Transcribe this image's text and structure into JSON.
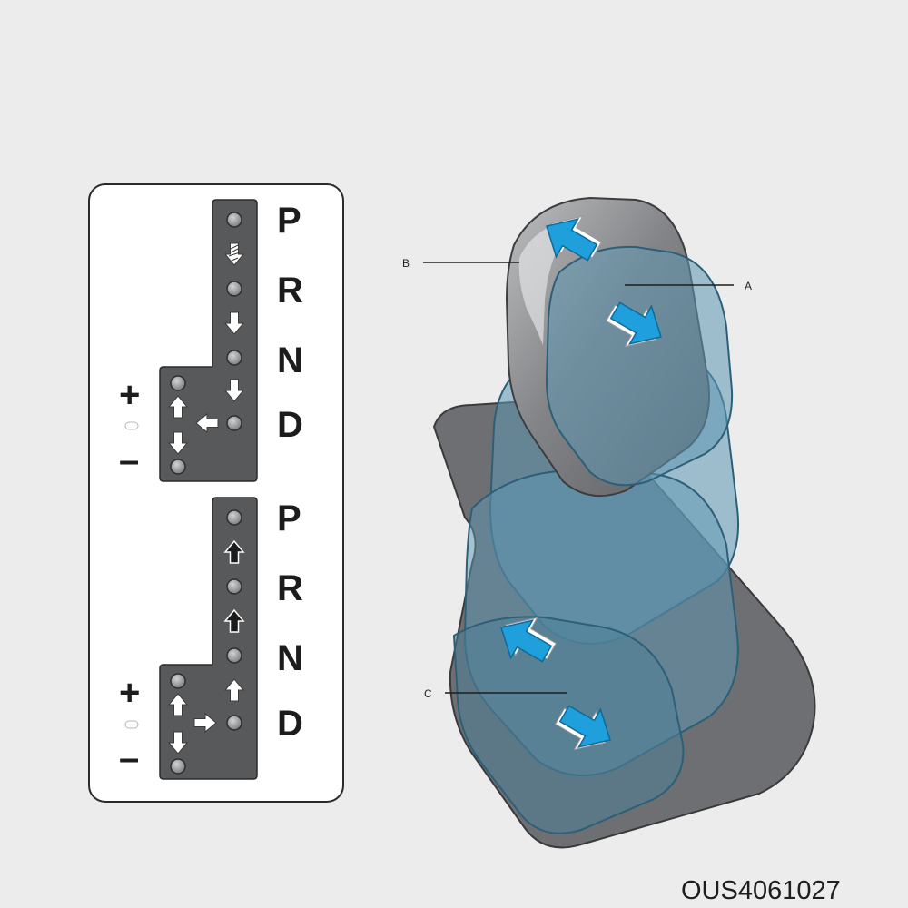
{
  "colors": {
    "background": "#ececec",
    "panel_fill": "#ffffff",
    "gate_plate": "#58595b",
    "dot_fill": "#9a9b9d",
    "shifter_body": "#7a7b7e",
    "ghost_blue": "#5e97b3",
    "arrow_blue": "#1f9fdb"
  },
  "gate_top": {
    "gears": [
      "P",
      "R",
      "N",
      "D"
    ],
    "plus": "+",
    "minus": "–",
    "arrows": [
      "arrow-down-hatched-icon",
      "arrow-down-icon",
      "arrow-down-icon",
      "arrow-left-icon",
      "arrow-up-icon",
      "arrow-down-icon"
    ]
  },
  "gate_bottom": {
    "gears": [
      "P",
      "R",
      "N",
      "D"
    ],
    "plus": "+",
    "minus": "–",
    "arrows": [
      "arrow-up-black-icon",
      "arrow-up-black-icon",
      "arrow-up-icon",
      "arrow-right-icon",
      "arrow-up-icon",
      "arrow-down-icon"
    ]
  },
  "callouts": {
    "a": "A",
    "b": "B",
    "c": "C"
  },
  "figure_code": "OUS4061027"
}
